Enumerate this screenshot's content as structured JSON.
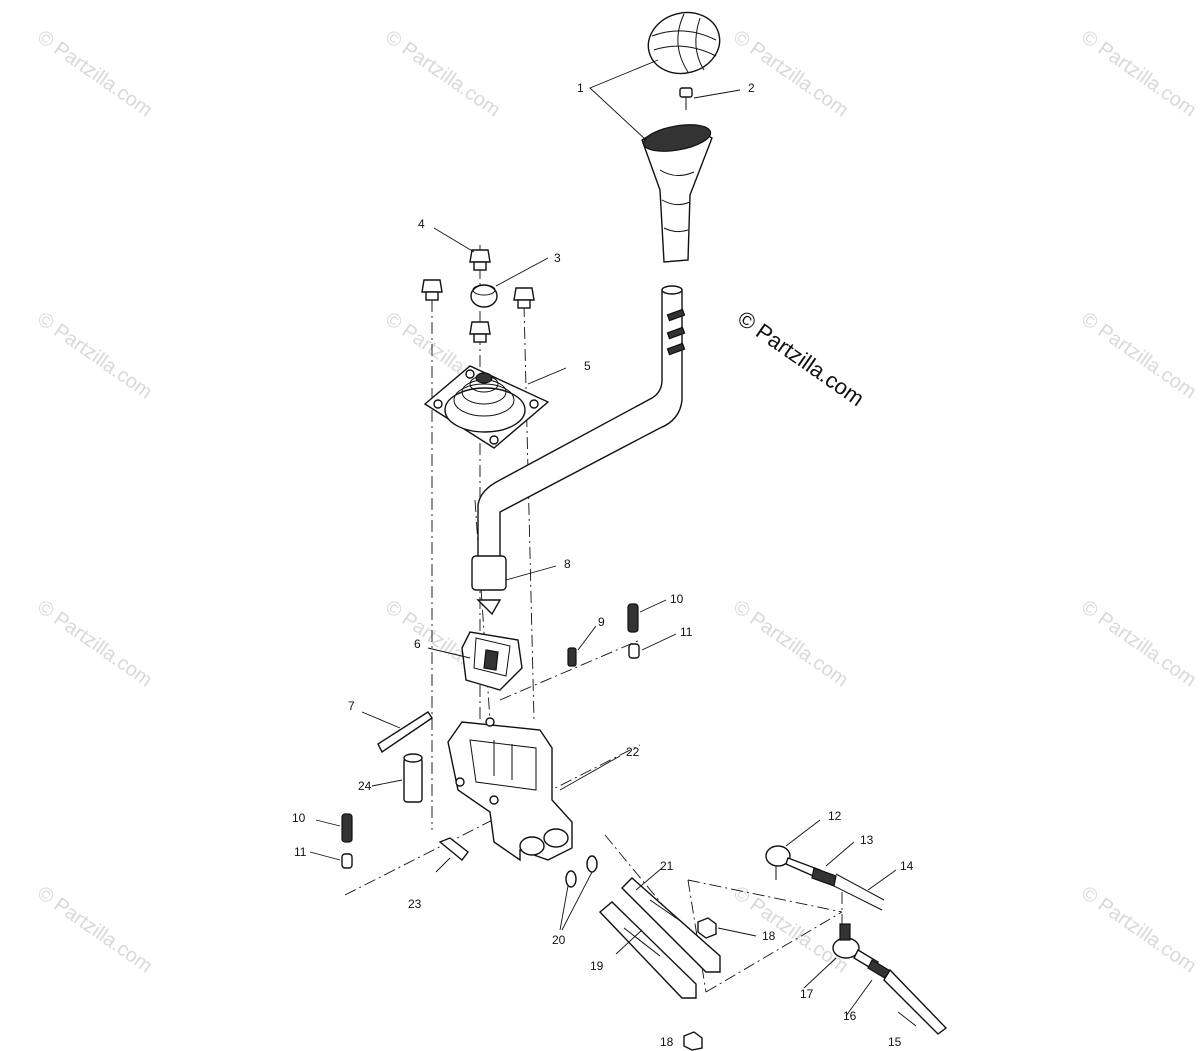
{
  "watermark": {
    "main": "© Partzilla.com",
    "faint": "© Partzilla.com"
  },
  "callouts": [
    {
      "id": "c1",
      "text": "1"
    },
    {
      "id": "c2",
      "text": "2"
    },
    {
      "id": "c3",
      "text": "3"
    },
    {
      "id": "c4",
      "text": "4"
    },
    {
      "id": "c5",
      "text": "5"
    },
    {
      "id": "c6",
      "text": "6"
    },
    {
      "id": "c7",
      "text": "7"
    },
    {
      "id": "c8",
      "text": "8"
    },
    {
      "id": "c9",
      "text": "9"
    },
    {
      "id": "c10a",
      "text": "10"
    },
    {
      "id": "c10b",
      "text": "10"
    },
    {
      "id": "c11a",
      "text": "11"
    },
    {
      "id": "c11b",
      "text": "11"
    },
    {
      "id": "c12",
      "text": "12"
    },
    {
      "id": "c13",
      "text": "13"
    },
    {
      "id": "c14",
      "text": "14"
    },
    {
      "id": "c15",
      "text": "15"
    },
    {
      "id": "c16",
      "text": "16"
    },
    {
      "id": "c17",
      "text": "17"
    },
    {
      "id": "c18a",
      "text": "18"
    },
    {
      "id": "c18b",
      "text": "18"
    },
    {
      "id": "c19",
      "text": "19"
    },
    {
      "id": "c20",
      "text": "20"
    },
    {
      "id": "c21",
      "text": "21"
    },
    {
      "id": "c22",
      "text": "22"
    },
    {
      "id": "c23",
      "text": "23"
    },
    {
      "id": "c24",
      "text": "24"
    }
  ]
}
